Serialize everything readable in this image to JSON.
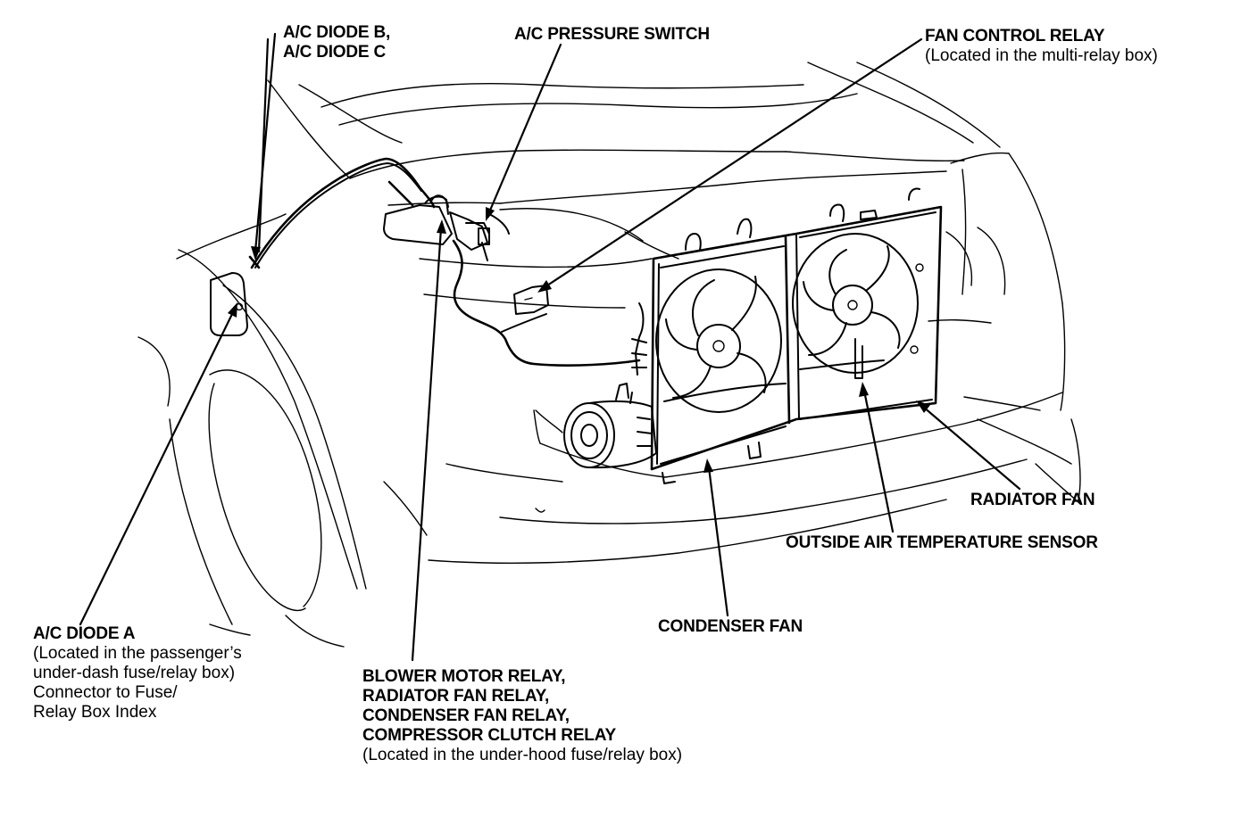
{
  "labels": {
    "ac_diode_bc": {
      "lines": [
        "A/C DIODE B,",
        "A/C DIODE C"
      ]
    },
    "ac_pressure_switch": {
      "lines": [
        "A/C PRESSURE SWITCH"
      ]
    },
    "fan_control_relay": {
      "title": "FAN CONTROL RELAY",
      "note": "(Located in the multi-relay box)"
    },
    "radiator_fan": {
      "lines": [
        "RADIATOR FAN"
      ]
    },
    "outside_air_temperature_sensor": {
      "lines": [
        "OUTSIDE AIR TEMPERATURE SENSOR"
      ]
    },
    "condenser_fan": {
      "lines": [
        "CONDENSER FAN"
      ]
    },
    "ac_diode_a": {
      "title": "A/C DIODE A",
      "notes": [
        "(Located in the passenger’s",
        "under-dash fuse/relay box)",
        "Connector to Fuse/",
        "Relay Box Index"
      ]
    },
    "relays": {
      "lines": [
        "BLOWER MOTOR RELAY,",
        "RADIATOR FAN RELAY,",
        "CONDENSER FAN RELAY,",
        "COMPRESSOR CLUTCH RELAY"
      ],
      "note": "(Located in the under-hood fuse/relay box)"
    }
  },
  "colors": {
    "ink": "#000000",
    "paper": "#ffffff"
  }
}
